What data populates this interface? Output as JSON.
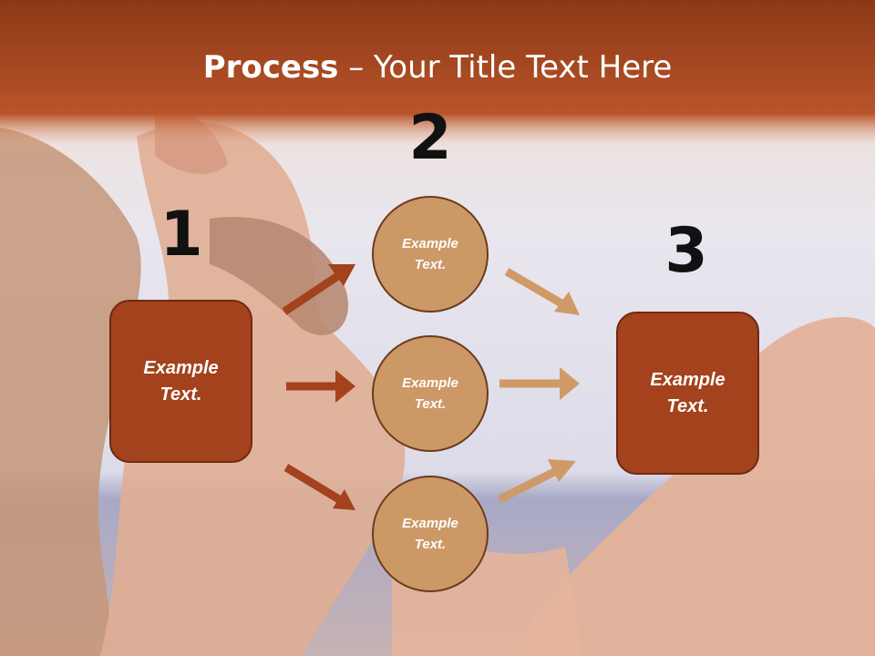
{
  "slide": {
    "title_bold": "Process",
    "title_rest": " – Your Title Text Here",
    "step_numbers": [
      "1",
      "2",
      "3"
    ],
    "left_box": [
      "Example",
      "Text."
    ],
    "right_box": [
      "Example",
      "Text."
    ],
    "circles": [
      [
        "Example",
        "Text."
      ],
      [
        "Example",
        "Text."
      ],
      [
        "Example",
        "Text."
      ]
    ]
  },
  "colors": {
    "header_band": "#a9461e",
    "box_fill": "#a3421d",
    "circle_fill": "#cc9866",
    "arrow_left": "#a3421d",
    "arrow_right": "#cf9a68"
  }
}
